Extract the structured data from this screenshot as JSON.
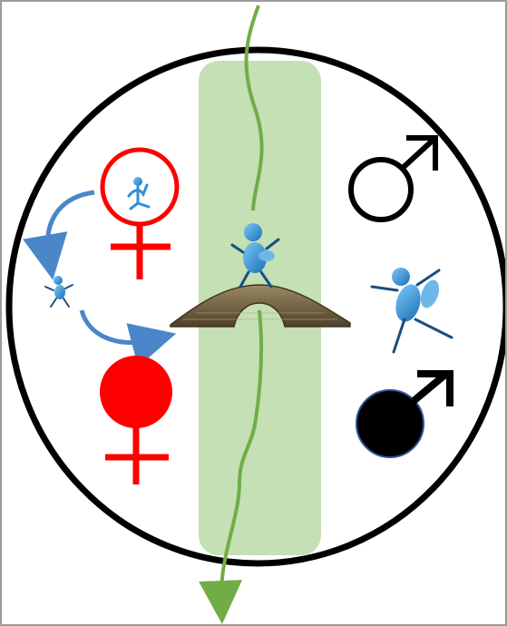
{
  "colors": {
    "frame": "#9b9b9b",
    "circle_outline": "#000000",
    "female_symbol": "#ff0000",
    "male_symbol": "#000000",
    "barrier_band": "#c5e0b4",
    "boundary_line": "#70ad47",
    "cycle_arrow": "#4a86c8",
    "figure_blue": "#2e8fd6",
    "bridge": "#6b5a3a"
  },
  "icons": {
    "outer_circle": "circle-outline",
    "left_female_open": "venus-symbol-open",
    "left_female_filled": "venus-symbol-filled",
    "right_male_open": "mars-symbol-open",
    "right_male_filled": "mars-symbol-filled",
    "small_figure_in_symbol": "stick-figure-icon",
    "small_figure_left": "stick-figure-icon",
    "figure_on_bridge": "stick-figure-icon",
    "jumping_figure": "jumping-figure-icon",
    "bridge": "stone-bridge-icon",
    "curved_arrows": "curved-arrow-icon"
  }
}
